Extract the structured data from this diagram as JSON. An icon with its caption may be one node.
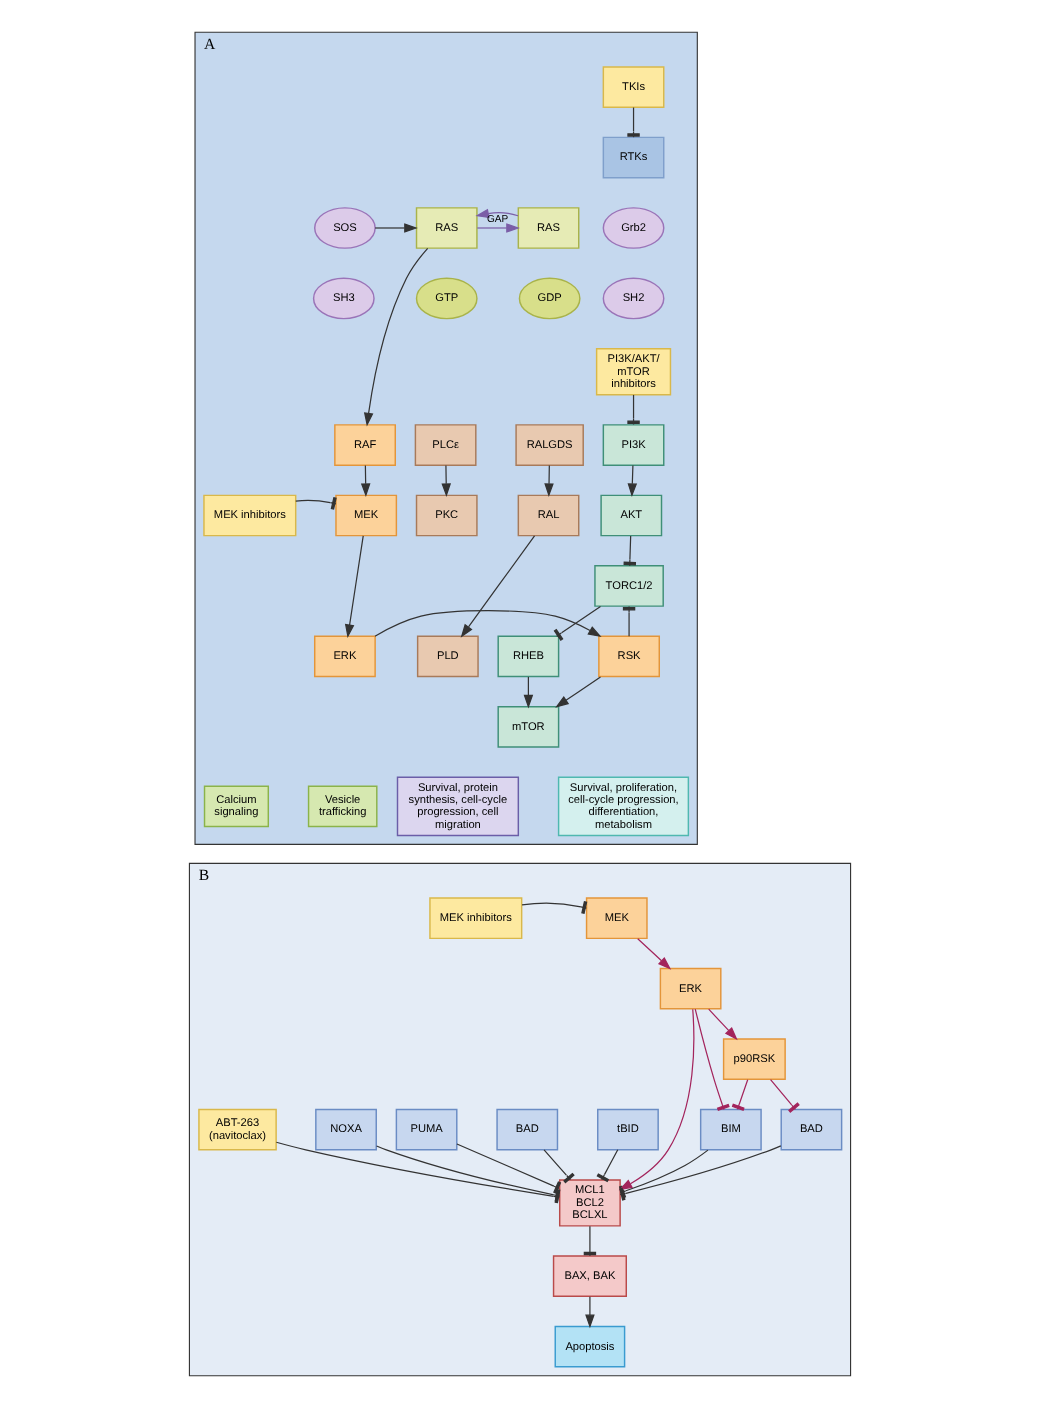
{
  "diagram": {
    "nodes": [
      {
        "text": [
          "A"
        ]
      },
      {
        "text": [
          "RTKs"
        ],
        "in": 0
      },
      {
        "text": [
          "TKIs"
        ],
        "in": 0
      },
      {
        "text": [
          "Grb2"
        ],
        "in": 0
      },
      {
        "text": [
          "SOS"
        ],
        "in": 0
      },
      {
        "text": [
          "SH2"
        ],
        "in": 0
      },
      {
        "text": [
          "SH3"
        ],
        "in": 0
      },
      {
        "text": [
          "RAS"
        ],
        "in": 0
      },
      {
        "text": [
          "GDP"
        ],
        "in": 0
      },
      {
        "text": [
          "RAS"
        ],
        "in": 0
      },
      {
        "text": [
          "GTP"
        ],
        "in": 0
      },
      {
        "text": [
          "PI3K/AKT/ mTOR inhibitors"
        ],
        "in": 0
      },
      {
        "text": [
          "PI3K"
        ],
        "in": 0
      },
      {
        "text": [
          "AKT"
        ],
        "in": 0
      },
      {
        "text": [
          "TORC1/2"
        ],
        "in": 0
      },
      {
        "text": [
          "RHEB"
        ],
        "in": 0
      },
      {
        "text": [
          "mTOR"
        ],
        "in": 0
      },
      {
        "text": [
          "RAF"
        ],
        "in": 0
      },
      {
        "text": [
          "MEK"
        ],
        "in": 0
      },
      {
        "text": [
          "MEK inhibitors"
        ],
        "in": 0
      },
      {
        "text": [
          "ERK"
        ],
        "in": 0
      },
      {
        "text": [
          "RSK"
        ],
        "in": 0
      },
      {
        "text": [
          "RALGDS"
        ],
        "in": 0
      },
      {
        "text": [
          "RAL"
        ],
        "in": 0
      },
      {
        "text": [
          "PLD"
        ],
        "in": 0
      },
      {
        "text": [
          "PLCε"
        ],
        "in": 0
      },
      {
        "text": [
          "PKC"
        ],
        "in": 0
      },
      {
        "text": [
          "Survival, protein synthesis, cell-cycle progression, cell migration"
        ],
        "in": 0
      },
      {
        "text": [
          "Survival, proliferation, cell-cycle progression, differentiation, metabolism"
        ],
        "in": 0
      },
      {
        "text": [
          "Vesicle trafficking"
        ],
        "in": 0
      },
      {
        "text": [
          "Calcium signaling"
        ],
        "in": 0
      },
      {
        "text": [
          "B"
        ]
      },
      {
        "text": [
          "MEK inhibitors"
        ],
        "in": 31
      },
      {
        "text": [
          "MEK"
        ],
        "in": 31
      },
      {
        "text": [
          "PUMA"
        ],
        "in": 31
      },
      {
        "text": [
          "BAD"
        ],
        "in": 31
      },
      {
        "text": [
          "tBID"
        ],
        "in": 31
      },
      {
        "text": [
          "BIM"
        ],
        "in": 31
      },
      {
        "text": [
          "ERK"
        ],
        "in": 31
      },
      {
        "text": [
          "NOXA"
        ],
        "in": 31
      },
      {
        "text": [
          "MCL1",
          "BCL2",
          "BCLXL"
        ],
        "in": 31
      },
      {
        "text": [
          "ABT-263 (navitoclax)"
        ],
        "in": 31
      },
      {
        "text": [
          "p90RSK"
        ],
        "in": 31
      },
      {
        "text": [
          "BAD"
        ],
        "in": 31
      },
      {
        "text": [
          "BAX, BAK"
        ],
        "in": 31
      },
      {
        "text": [
          "Apoptosis"
        ],
        "in": 31
      }
    ],
    "edges": [
      {
        "from": 2,
        "to": 1,
        "arrow": "other"
      },
      {
        "from": 4,
        "to": 9,
        "arrow": "to"
      },
      {
        "from": 9,
        "to": 7,
        "arrow": "to",
        "label": "GAP",
        "color": "#7b5ea7"
      },
      {
        "from": 7,
        "to": 9,
        "arrow": "to",
        "color": "#7b5ea7"
      },
      {
        "from": 9,
        "to": 17,
        "arrow": "to"
      },
      {
        "from": 11,
        "to": 12,
        "arrow": "other"
      },
      {
        "from": 12,
        "to": 13,
        "arrow": "to"
      },
      {
        "from": 13,
        "to": 14,
        "arrow": "other"
      },
      {
        "from": 14,
        "to": 15,
        "arrow": "other"
      },
      {
        "from": 15,
        "to": 16,
        "arrow": "to"
      },
      {
        "from": 17,
        "to": 18,
        "arrow": "to"
      },
      {
        "from": 19,
        "to": 18,
        "arrow": "other"
      },
      {
        "from": 18,
        "to": 20,
        "arrow": "to"
      },
      {
        "from": 20,
        "to": 21,
        "arrow": "to"
      },
      {
        "from": 21,
        "to": 14,
        "arrow": "other"
      },
      {
        "from": 21,
        "to": 16,
        "arrow": "to"
      },
      {
        "from": 22,
        "to": 23,
        "arrow": "to"
      },
      {
        "from": 23,
        "to": 24,
        "arrow": "to"
      },
      {
        "from": 25,
        "to": 26,
        "arrow": "to"
      },
      {
        "from": 32,
        "to": 33,
        "arrow": "other"
      },
      {
        "from": 33,
        "to": 38,
        "arrow": "to",
        "color": "#a3245c"
      },
      {
        "from": 38,
        "to": 37,
        "arrow": "other",
        "color": "#a3245c"
      },
      {
        "from": 38,
        "to": 40,
        "arrow": "to",
        "color": "#a3245c"
      },
      {
        "from": 38,
        "to": 42,
        "arrow": "to",
        "color": "#a3245c"
      },
      {
        "from": 42,
        "to": 37,
        "arrow": "other",
        "color": "#a3245c"
      },
      {
        "from": 42,
        "to": 43,
        "arrow": "other",
        "color": "#a3245c"
      },
      {
        "from": 34,
        "to": 40,
        "arrow": "other"
      },
      {
        "from": 35,
        "to": 40,
        "arrow": "other"
      },
      {
        "from": 36,
        "to": 40,
        "arrow": "other"
      },
      {
        "from": 37,
        "to": 40,
        "arrow": "other"
      },
      {
        "from": 39,
        "to": 40,
        "arrow": "other"
      },
      {
        "from": 41,
        "to": 40,
        "arrow": "other"
      },
      {
        "from": 43,
        "to": 40,
        "arrow": "other"
      },
      {
        "from": 40,
        "to": 44,
        "arrow": "other"
      },
      {
        "from": 44,
        "to": 45,
        "arrow": "to"
      }
    ]
  }
}
